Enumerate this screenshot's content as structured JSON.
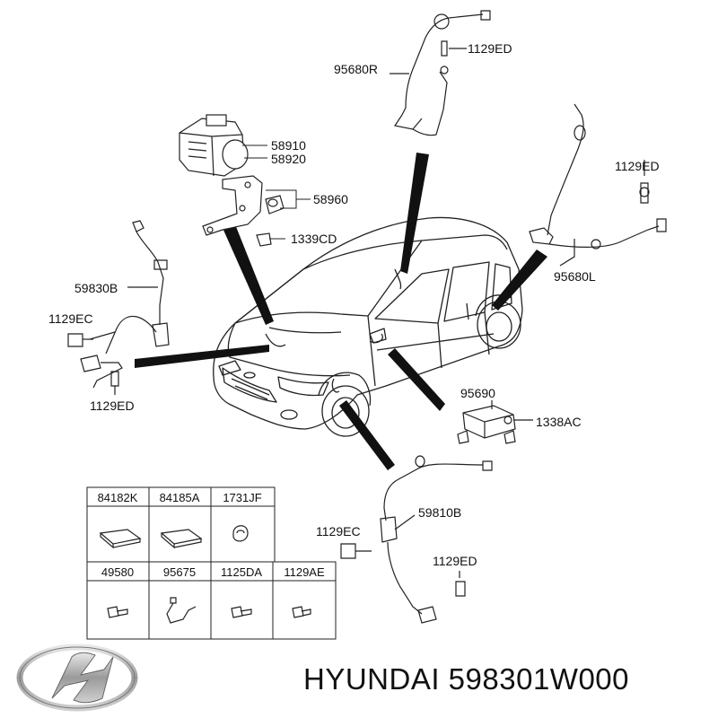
{
  "labels": {
    "l95680R": "95680R",
    "l1129ED_top": "1129ED",
    "l58910": "58910",
    "l58920": "58920",
    "l58960": "58960",
    "l1339CD": "1339CD",
    "l1129ED_right": "1129ED",
    "l95680L": "95680L",
    "l59830B": "59830B",
    "l1129EC_left": "1129EC",
    "l1129ED_left": "1129ED",
    "l95690": "95690",
    "l1338AC": "1338AC",
    "l59810B": "59810B",
    "l1129EC_bottom": "1129EC",
    "l1129ED_bottom": "1129ED"
  },
  "parts_table": {
    "row1": [
      "84182K",
      "84185A",
      "1731JF"
    ],
    "row2": [
      "49580",
      "95675",
      "1125DA",
      "1129AE"
    ]
  },
  "footer": {
    "brand_text": "HYUNDAI 598301W000",
    "logo_icon": "hyundai-logo-icon"
  },
  "colors": {
    "line": "#222222",
    "label": "#111111"
  }
}
